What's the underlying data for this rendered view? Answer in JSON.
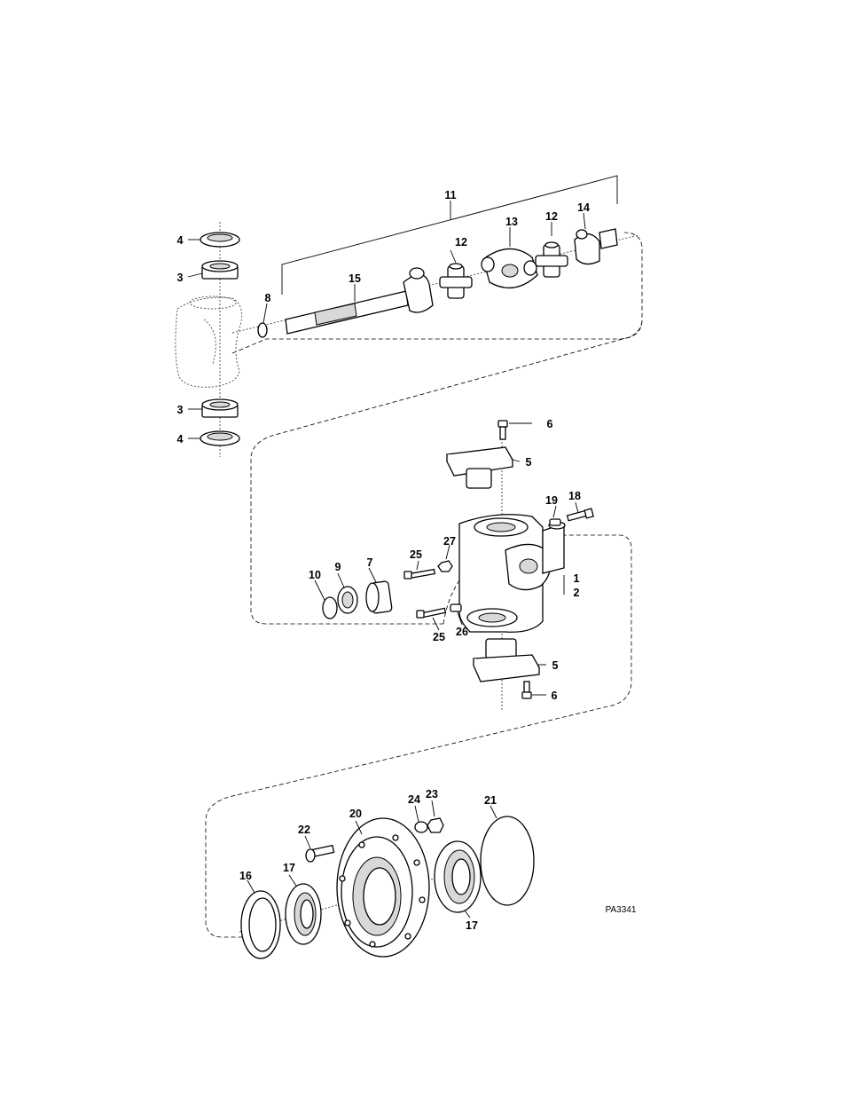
{
  "drawing_code": "PA3341",
  "callouts": {
    "c1": "1",
    "c2": "2",
    "c3a": "3",
    "c3b": "3",
    "c4a": "4",
    "c4b": "4",
    "c5a": "5",
    "c5b": "5",
    "c6a": "6",
    "c6b": "6",
    "c7": "7",
    "c8": "8",
    "c9": "9",
    "c10": "10",
    "c11": "11",
    "c12a": "12",
    "c12b": "12",
    "c13": "13",
    "c14": "14",
    "c15": "15",
    "c16": "16",
    "c17a": "17",
    "c17b": "17",
    "c18": "18",
    "c19": "19",
    "c20": "20",
    "c21": "21",
    "c22": "22",
    "c23": "23",
    "c24": "24",
    "c25a": "25",
    "c25b": "25",
    "c26": "26",
    "c27": "27"
  }
}
